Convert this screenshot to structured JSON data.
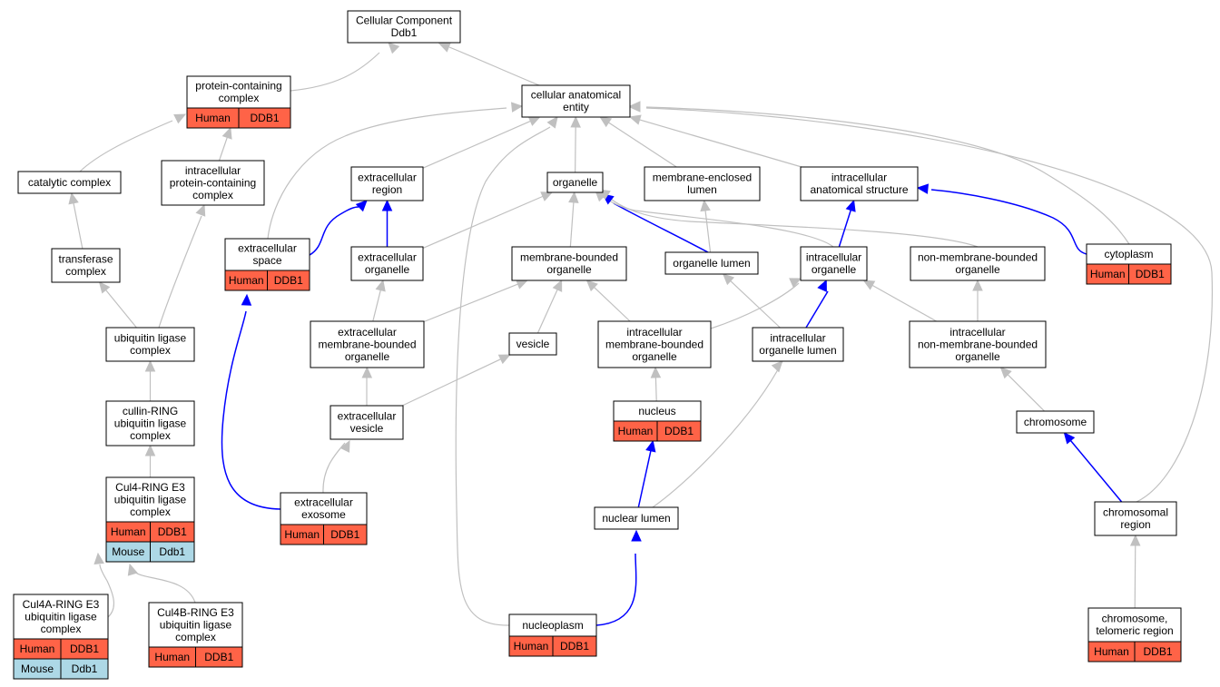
{
  "diagram": {
    "colors": {
      "human": "#ff6347",
      "mouse": "#add8e6",
      "part_of_edge": "#c0c0c0",
      "annotated_edge": "#0000ff"
    },
    "nodes": {
      "root": [
        "Cellular Component",
        "Ddb1"
      ],
      "cae": [
        "cellular anatomical",
        "entity"
      ],
      "pcc": [
        "protein-containing",
        "complex"
      ],
      "cat": [
        "catalytic complex"
      ],
      "ipcc": [
        "intracellular",
        "protein-containing",
        "complex"
      ],
      "trans": [
        "transferase",
        "complex"
      ],
      "ubl": [
        "ubiquitin ligase",
        "complex"
      ],
      "crl": [
        "cullin-RING",
        "ubiquitin ligase",
        "complex"
      ],
      "cul4": [
        "Cul4-RING E3",
        "ubiquitin ligase",
        "complex"
      ],
      "cul4a": [
        "Cul4A-RING E3",
        "ubiquitin ligase",
        "complex"
      ],
      "cul4b": [
        "Cul4B-RING E3",
        "ubiquitin ligase",
        "complex"
      ],
      "extreg": [
        "extracellular",
        "region"
      ],
      "extsp": [
        "extracellular",
        "space"
      ],
      "extorg": [
        "extracellular",
        "organelle"
      ],
      "organelle": [
        "organelle"
      ],
      "mbo": [
        "membrane-bounded",
        "organelle"
      ],
      "mel": [
        "membrane-enclosed",
        "lumen"
      ],
      "orglumen": [
        "organelle lumen"
      ],
      "ias": [
        "intracellular",
        "anatomical structure"
      ],
      "intorg": [
        "intracellular",
        "organelle"
      ],
      "nmbo": [
        "non-membrane-bounded",
        "organelle"
      ],
      "cyto": [
        "cytoplasm"
      ],
      "embo": [
        "extracellular",
        "membrane-bounded",
        "organelle"
      ],
      "vesicle": [
        "vesicle"
      ],
      "imbo": [
        "intracellular",
        "membrane-bounded",
        "organelle"
      ],
      "iol": [
        "intracellular",
        "organelle lumen"
      ],
      "inmbo": [
        "intracellular",
        "non-membrane-bounded",
        "organelle"
      ],
      "extves": [
        "extracellular",
        "vesicle"
      ],
      "nucleus": [
        "nucleus"
      ],
      "chromosome": [
        "chromosome"
      ],
      "exo": [
        "extracellular",
        "exosome"
      ],
      "nuclum": [
        "nuclear lumen"
      ],
      "chromreg": [
        "chromosomal",
        "region"
      ],
      "nucleoplasm": [
        "nucleoplasm"
      ],
      "telo": [
        "chromosome,",
        "telomeric region"
      ]
    },
    "annotations": {
      "pcc": [
        [
          "Human",
          "DDB1"
        ]
      ],
      "extsp": [
        [
          "Human",
          "DDB1"
        ]
      ],
      "cyto": [
        [
          "Human",
          "DDB1"
        ]
      ],
      "nucleus": [
        [
          "Human",
          "DDB1"
        ]
      ],
      "cul4": [
        [
          "Human",
          "DDB1"
        ],
        [
          "Mouse",
          "Ddb1"
        ]
      ],
      "exo": [
        [
          "Human",
          "DDB1"
        ]
      ],
      "cul4a": [
        [
          "Human",
          "DDB1"
        ],
        [
          "Mouse",
          "Ddb1"
        ]
      ],
      "cul4b": [
        [
          "Human",
          "DDB1"
        ]
      ],
      "nucleoplasm": [
        [
          "Human",
          "DDB1"
        ]
      ],
      "telo": [
        [
          "Human",
          "DDB1"
        ]
      ]
    },
    "edges": [
      [
        "pcc",
        "root",
        "gray"
      ],
      [
        "cae",
        "root",
        "gray"
      ],
      [
        "cat",
        "pcc",
        "gray"
      ],
      [
        "ipcc",
        "pcc",
        "gray"
      ],
      [
        "trans",
        "cat",
        "gray"
      ],
      [
        "ubl",
        "trans",
        "gray"
      ],
      [
        "ubl",
        "ipcc",
        "gray"
      ],
      [
        "crl",
        "ubl",
        "gray"
      ],
      [
        "cul4",
        "crl",
        "gray"
      ],
      [
        "cul4a",
        "cul4",
        "gray"
      ],
      [
        "cul4b",
        "cul4",
        "gray"
      ],
      [
        "extreg",
        "cae",
        "gray"
      ],
      [
        "organelle",
        "cae",
        "gray"
      ],
      [
        "mel",
        "cae",
        "gray"
      ],
      [
        "ias",
        "cae",
        "gray"
      ],
      [
        "extsp",
        "cae",
        "gray"
      ],
      [
        "cyto",
        "cae",
        "gray"
      ],
      [
        "chromreg",
        "cae",
        "gray"
      ],
      [
        "nucleoplasm",
        "cae",
        "gray"
      ],
      [
        "extsp",
        "extreg",
        "blue"
      ],
      [
        "extorg",
        "extreg",
        "blue"
      ],
      [
        "extorg",
        "organelle",
        "gray"
      ],
      [
        "mbo",
        "organelle",
        "gray"
      ],
      [
        "orglumen",
        "organelle",
        "blue"
      ],
      [
        "intorg",
        "organelle",
        "gray"
      ],
      [
        "nmbo",
        "organelle",
        "gray"
      ],
      [
        "orglumen",
        "mel",
        "gray"
      ],
      [
        "intorg",
        "ias",
        "blue"
      ],
      [
        "cyto",
        "ias",
        "blue"
      ],
      [
        "embo",
        "extorg",
        "gray"
      ],
      [
        "embo",
        "mbo",
        "gray"
      ],
      [
        "vesicle",
        "mbo",
        "gray"
      ],
      [
        "imbo",
        "mbo",
        "gray"
      ],
      [
        "imbo",
        "intorg",
        "gray"
      ],
      [
        "iol",
        "orglumen",
        "gray"
      ],
      [
        "iol",
        "intorg",
        "blue"
      ],
      [
        "inmbo",
        "intorg",
        "gray"
      ],
      [
        "inmbo",
        "nmbo",
        "gray"
      ],
      [
        "extves",
        "embo",
        "gray"
      ],
      [
        "extves",
        "vesicle",
        "gray"
      ],
      [
        "nucleus",
        "imbo",
        "gray"
      ],
      [
        "chromosome",
        "inmbo",
        "gray"
      ],
      [
        "exo",
        "extves",
        "gray"
      ],
      [
        "exo",
        "extsp",
        "blue"
      ],
      [
        "nuclum",
        "nucleus",
        "blue"
      ],
      [
        "nuclum",
        "iol",
        "gray"
      ],
      [
        "chromreg",
        "chromosome",
        "blue"
      ],
      [
        "nucleoplasm",
        "nuclum",
        "blue"
      ],
      [
        "telo",
        "chromreg",
        "gray"
      ]
    ]
  }
}
